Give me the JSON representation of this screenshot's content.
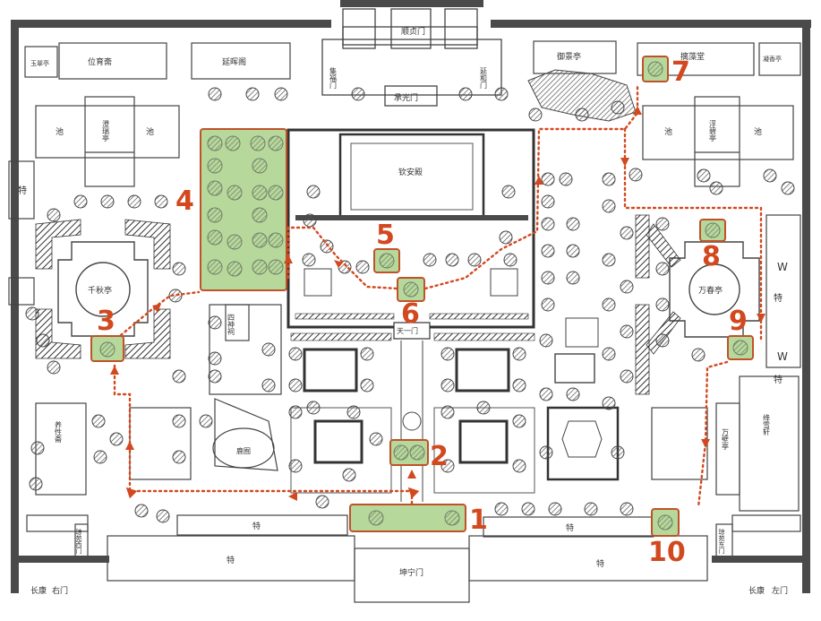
{
  "map": {
    "colors": {
      "wall": "#4a4a4a",
      "highlight_fill": "#b6d89a",
      "highlight_stroke": "#c0522a",
      "route": "#d2491f",
      "marker_text": "#d2491f",
      "tree": "#666666"
    },
    "halls": {
      "qin_an_dian": "钦安殿",
      "shun_zhen_men": "顺贞门",
      "cheng_guang_men": "承光门",
      "tian_yi_men": "天一门",
      "kun_ning_men": "坤宁门",
      "qian_qiu_ting": "千秋亭",
      "wan_chun_ting": "万春亭",
      "fu_bi_ting": "浮碧亭",
      "cheng_rui_ting": "澄瑞亭",
      "si_shen_ci": "四神祠",
      "lu_yuan": "鹿囿",
      "yang_xing_zhai": "养性斋",
      "jiang_xue_xuan": "绛雪轩",
      "wei_yu_zhai": "位育斋",
      "yan_hui_ge": "延晖阁",
      "yu_jing_ting": "御景亭",
      "chi_zao_tang": "摛藻堂",
      "ning_xiang_ting": "凝香亭",
      "yu_cui_ting": "玉翠亭",
      "ji_fu_men": "集福门",
      "yan_he_men": "延和门",
      "qiong_yuan_xi_men": "琼苑西门",
      "qiong_yuan_dong_men": "琼苑东门",
      "chang_kang_left": "长康",
      "you_men": "右门",
      "chang_kang_right": "长康",
      "zuo_men": "左门",
      "wan_bi_ting": "万壁亭",
      "te_1": "特",
      "te_2": "特",
      "te_3": "特",
      "te_4": "特",
      "te_5": "特",
      "te_6": "特",
      "chi_left": "池",
      "chi_right": "池",
      "chi_fl": "池",
      "chi_fr": "池",
      "w1": "W",
      "w2": "W"
    },
    "markers": [
      {
        "id": "1",
        "label": "1"
      },
      {
        "id": "2",
        "label": "2"
      },
      {
        "id": "3",
        "label": "3"
      },
      {
        "id": "4",
        "label": "4"
      },
      {
        "id": "5",
        "label": "5"
      },
      {
        "id": "6",
        "label": "6"
      },
      {
        "id": "7",
        "label": "7"
      },
      {
        "id": "8",
        "label": "8"
      },
      {
        "id": "9",
        "label": "9"
      },
      {
        "id": "10",
        "label": "10"
      }
    ]
  }
}
